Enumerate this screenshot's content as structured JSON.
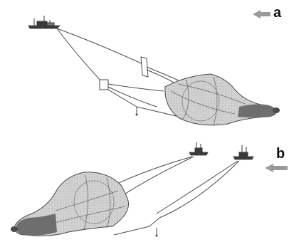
{
  "panels": [
    {
      "label": "a",
      "direction": "left"
    },
    {
      "label": "b",
      "direction": "left"
    }
  ],
  "colors": {
    "line": "#4a4a4a",
    "net_fill": "#bdbdbd",
    "cod_end": "#6e6e6e",
    "vessel": "#3a3a3a",
    "arrow": "#9a9a9a"
  },
  "icons": [
    "trawler-icon",
    "arrow-left-icon",
    "otter-board-icon",
    "trawl-net-icon"
  ]
}
